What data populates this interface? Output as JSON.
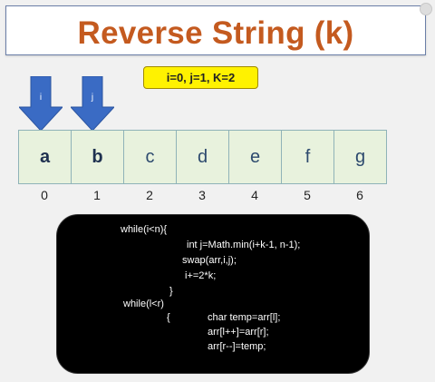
{
  "title": "Reverse String (k)",
  "variables": "i=0, j=1, K=2",
  "pointers": [
    {
      "label": "i",
      "index": 0
    },
    {
      "label": "j",
      "index": 1
    }
  ],
  "array": {
    "cells": [
      {
        "value": "a",
        "bold": true
      },
      {
        "value": "b",
        "bold": true
      },
      {
        "value": "c",
        "bold": false
      },
      {
        "value": "d",
        "bold": false
      },
      {
        "value": "e",
        "bold": false
      },
      {
        "value": "f",
        "bold": false
      },
      {
        "value": "g",
        "bold": false
      }
    ],
    "indices": [
      "0",
      "1",
      "2",
      "3",
      "4",
      "5",
      "6"
    ]
  },
  "code_lines": [
    "while(i<n){",
    "int j=Math.min(i+k-1, n-1);",
    "swap(arr,i,j);",
    "i+=2*k;",
    "}",
    "while(l<r)",
    "{",
    "char temp=arr[l];",
    "arr[l++]=arr[r];",
    "arr[r--]=temp;"
  ],
  "colors": {
    "title": "#c45a1f",
    "arrow": "#3a6bc4",
    "cell_fill": "#e8f2dd",
    "highlight": "#fff200",
    "code_bg": "#000000"
  }
}
